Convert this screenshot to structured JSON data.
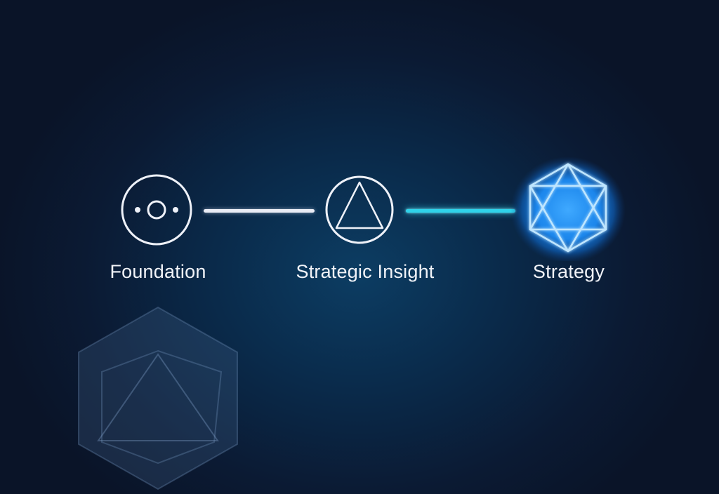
{
  "steps": [
    {
      "id": "foundation",
      "label": "Foundation",
      "icon": "circle-dot-icon",
      "state": "complete"
    },
    {
      "id": "insight",
      "label": "Strategic Insight",
      "icon": "circle-triangle-icon",
      "state": "complete"
    },
    {
      "id": "strategy",
      "label": "Strategy",
      "icon": "hexagon-star-icon",
      "state": "active"
    }
  ],
  "colors": {
    "background": "#0b1a33",
    "line_default": "#e9ecf5",
    "line_active": "#2fd3ea",
    "active_glow": "#1e90ff",
    "text": "#f1f3f8"
  }
}
